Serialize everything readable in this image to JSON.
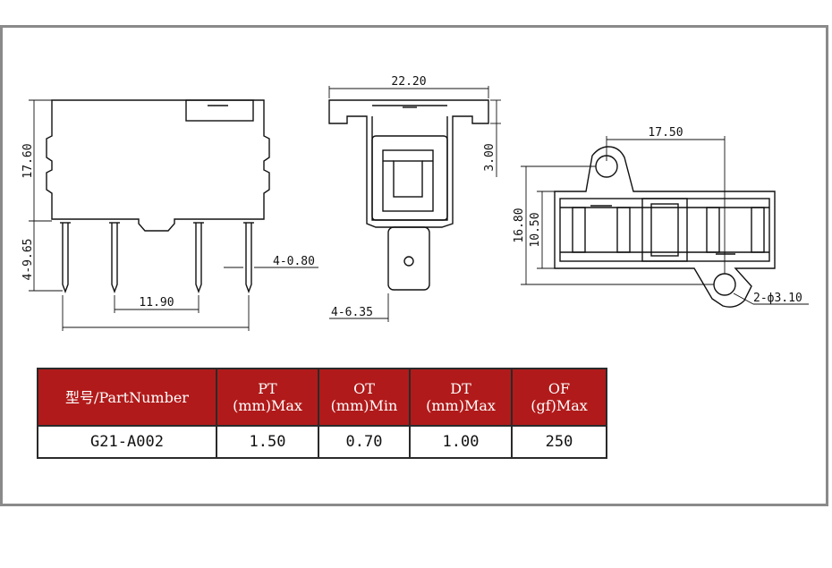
{
  "dimensions": {
    "left_height": "17.60",
    "pin_length": "4-9.65",
    "pin_width": "4-0.80",
    "pin_spacing": "11.90",
    "top_width": "22.20",
    "tab_height": "3.00",
    "terminal_width": "4-6.35",
    "hole_spacing": "17.50",
    "right_height": "16.80",
    "inner_height": "10.50",
    "hole_dia": "2-ф3.10"
  },
  "table": {
    "headers": [
      {
        "line1": "型号/PartNumber",
        "line2": ""
      },
      {
        "line1": "PT",
        "line2": "(mm)Max"
      },
      {
        "line1": "OT",
        "line2": "(mm)Min"
      },
      {
        "line1": "DT",
        "line2": "(mm)Max"
      },
      {
        "line1": "OF",
        "line2": "(gf)Max"
      }
    ],
    "row": [
      "G21-A002",
      "1.50",
      "0.70",
      "1.00",
      "250"
    ]
  },
  "colors": {
    "header_bg": "#b11a1a",
    "frame": "#8a8a8a"
  }
}
